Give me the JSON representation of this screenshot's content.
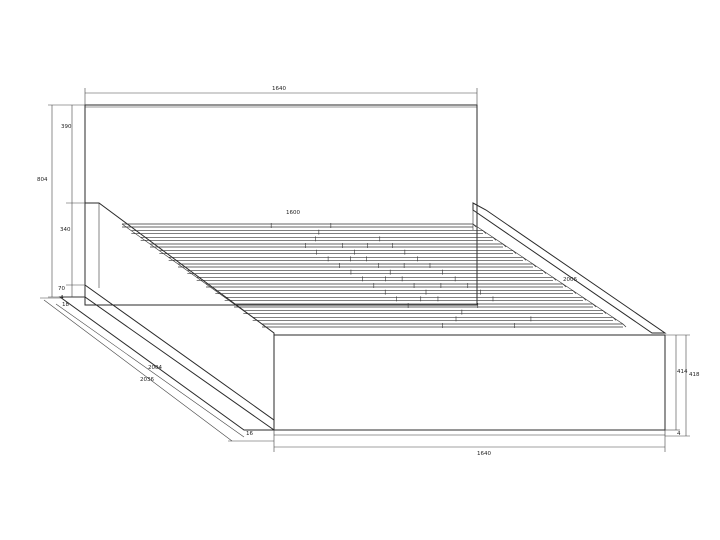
{
  "dimensions": {
    "headboard_width": "1640",
    "inner_width": "1600",
    "headboard_upper_height": "390",
    "total_head_height": "804",
    "side_panel_height": "340",
    "base_height": "70",
    "small_gap": "4",
    "side_thickness": "18",
    "inner_length": "2004",
    "outer_length": "2036",
    "side_length": "2006",
    "footboard_width": "1640",
    "footboard_height": "414",
    "footboard_total_height": "418",
    "footboard_gap": "4",
    "foot_corner_thickness": "16"
  },
  "colors": {
    "line": "#2a2a2a",
    "background": "#ffffff"
  }
}
